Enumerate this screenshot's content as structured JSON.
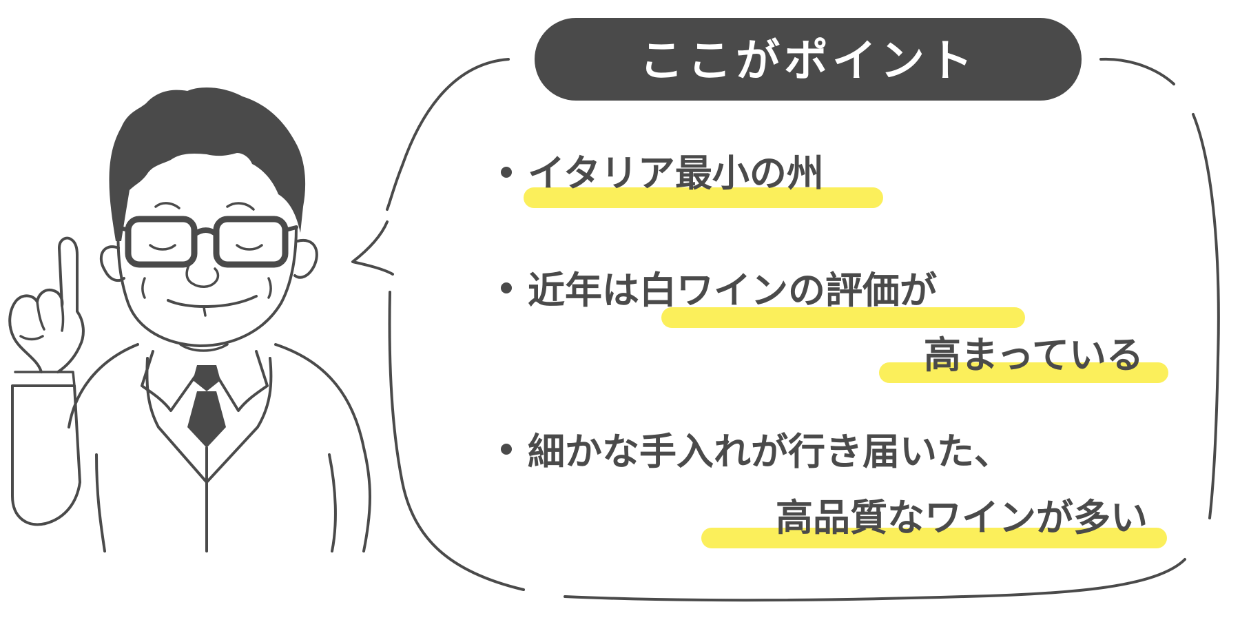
{
  "badge": {
    "label": "ここがポイント"
  },
  "points": [
    {
      "lines": [
        "イタリア最小の州"
      ]
    },
    {
      "lines": [
        "近年は白ワインの評価が",
        "高まっている"
      ]
    },
    {
      "lines": [
        "細かな手入れが行き届いた、",
        "高品質なワインが多い"
      ]
    }
  ],
  "colors": {
    "ink": "#4a4a4a",
    "highlight": "#fbef5b",
    "badge_bg": "#4a4a4a",
    "badge_text": "#ffffff"
  },
  "icons": [
    "sommelier-illustration",
    "speech-bubble"
  ]
}
